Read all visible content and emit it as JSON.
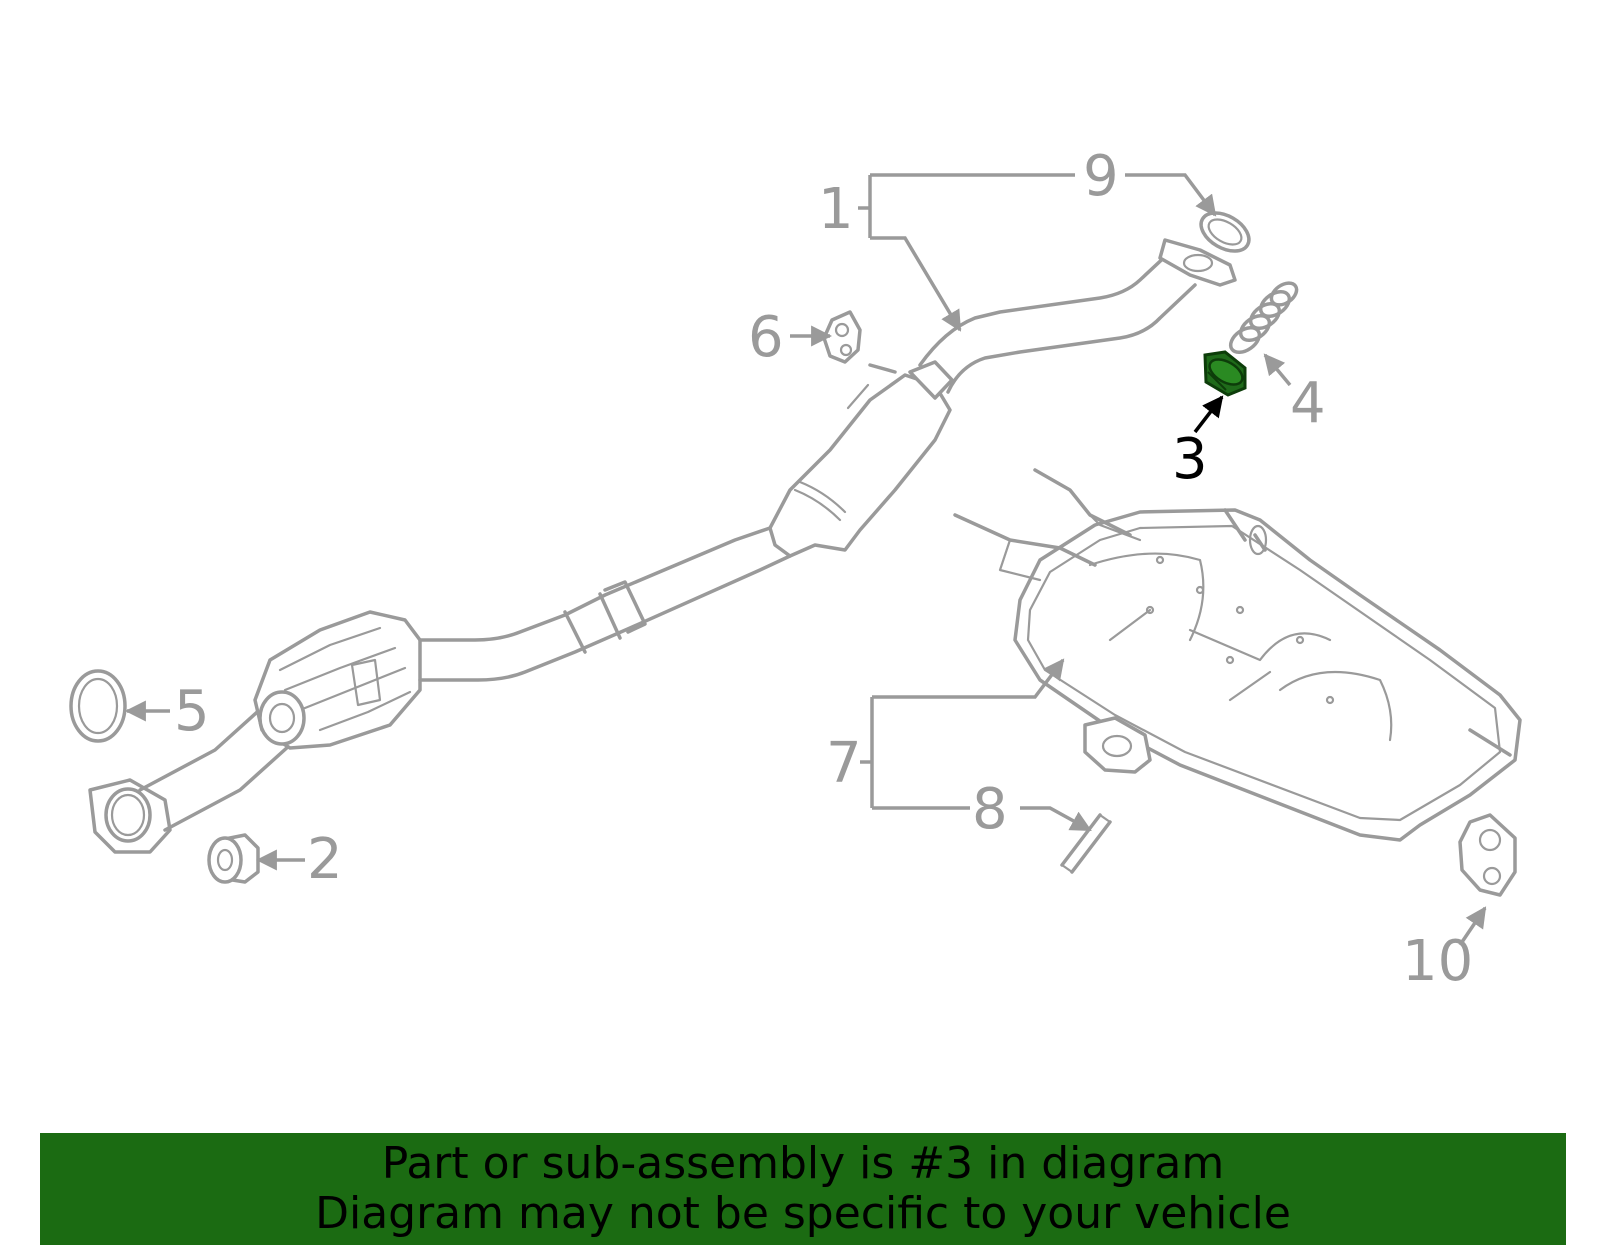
{
  "callouts": {
    "c1": "1",
    "c2": "2",
    "c3": "3",
    "c4": "4",
    "c5": "5",
    "c6": "6",
    "c7": "7",
    "c8": "8",
    "c9": "9",
    "c10": "10"
  },
  "highlighted_part": "3",
  "colors": {
    "line": "#9a9a9a",
    "highlight_part": "#1f6b1a",
    "banner_background": "#1b6b12",
    "banner_text": "#000000"
  },
  "banner": {
    "line1": "Part or sub-assembly is #3 in diagram",
    "line2": "Diagram may not be specific to your vehicle"
  }
}
